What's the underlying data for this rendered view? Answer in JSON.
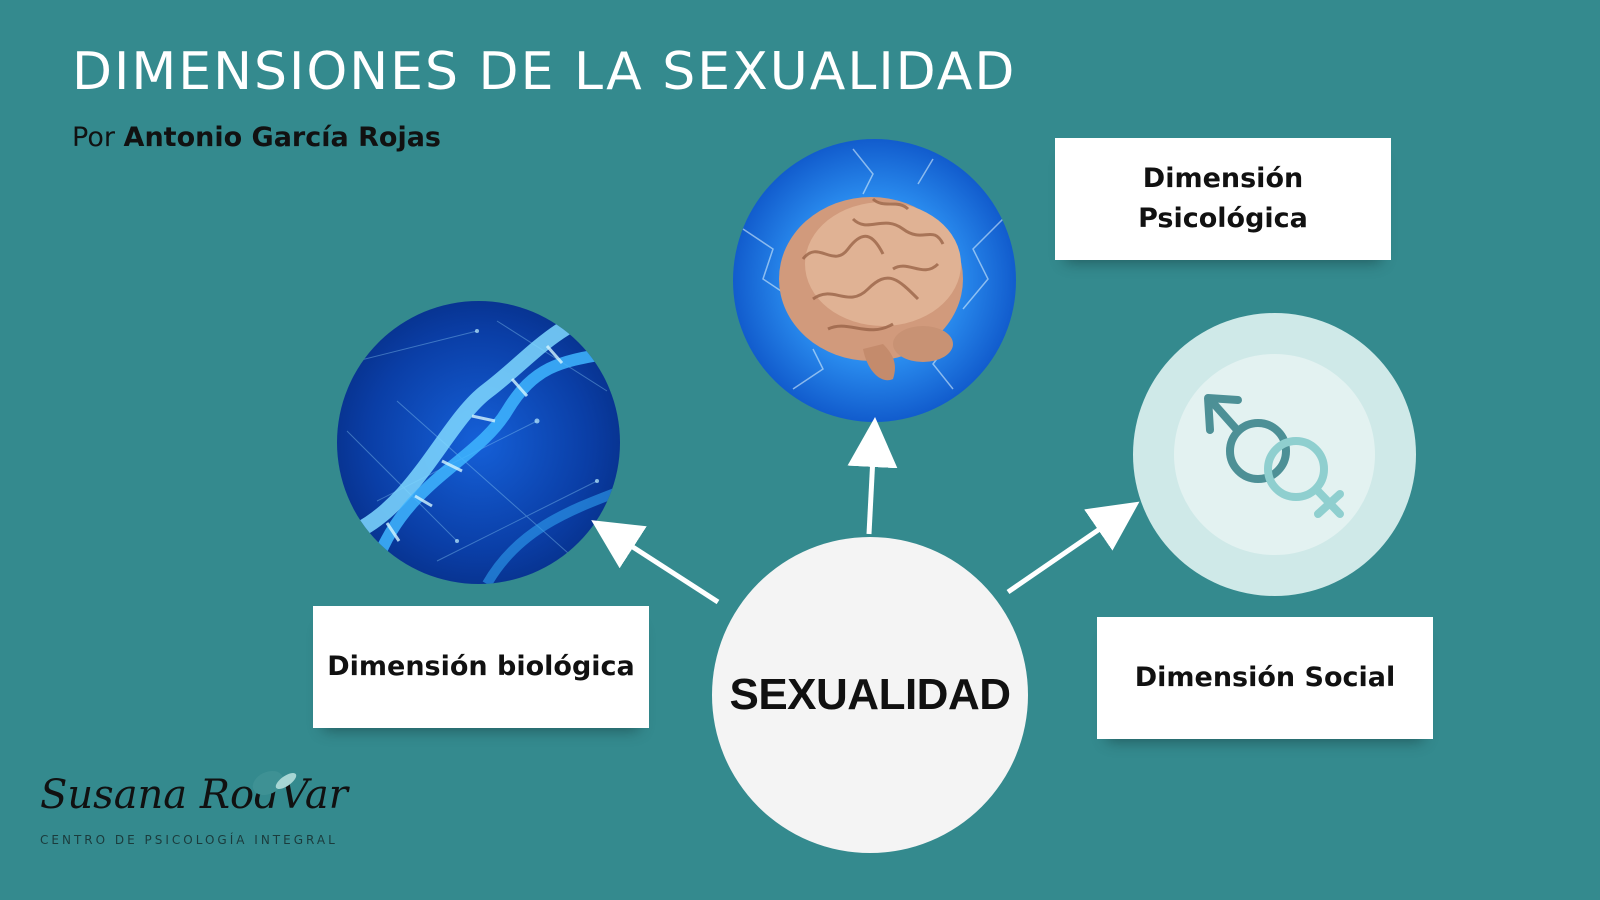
{
  "title": "DIMENSIONES DE LA SEXUALIDAD",
  "byline": {
    "prefix": "Por",
    "author": "Antonio García Rojas"
  },
  "center": {
    "label": "SEXUALIDAD"
  },
  "nodes": [
    {
      "label": "Dimensión\nPsicológica",
      "image": "brain-image"
    },
    {
      "label": "Dimensión biológica",
      "image": "dna-image"
    },
    {
      "label": "Dimensión Social",
      "image": "gender-symbols-icon"
    }
  ],
  "logo": {
    "script": "Susana RodVar",
    "subtitle": "CENTRO DE PSICOLOGÍA INTEGRAL"
  },
  "colors": {
    "background": "#348a8e",
    "box": "#ffffff",
    "center": "#f4f4f4",
    "social_symbols": "#4d9096"
  }
}
